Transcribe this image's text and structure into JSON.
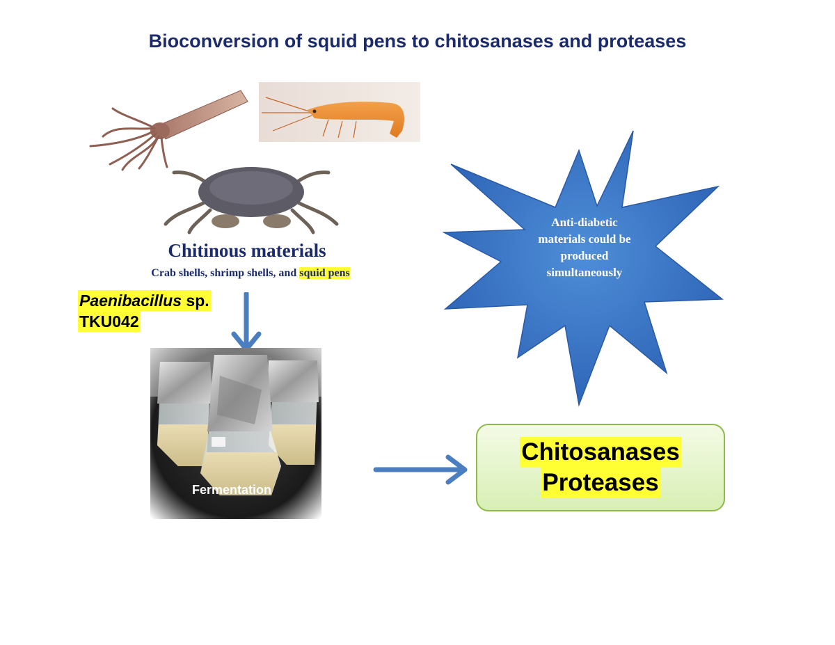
{
  "title": "Bioconversion of squid pens to chitosanases and proteases",
  "materials": {
    "heading": "Chitinous materials",
    "subheading_prefix": "Crab shells, shrimp shells, and ",
    "subheading_highlight": "squid pens"
  },
  "organism": {
    "genus": "Paenibacillus",
    "species_suffix": " sp.",
    "strain": "TKU042"
  },
  "fermentation_label": "Fermentation",
  "star_text": [
    "Anti-diabetic",
    "materials could be",
    "produced",
    "simultaneously"
  ],
  "products": [
    "Chitosanases",
    "Proteases"
  ],
  "colors": {
    "title": "#1b2a6b",
    "highlight": "#ffff33",
    "arrow": "#4a7ebf",
    "star": "#3a73c4",
    "product_box": "#d8efb5"
  },
  "icons": [
    "squid-photo",
    "shrimp-photo",
    "crab-photo",
    "flask-photo",
    "arrow-down-icon",
    "arrow-right-icon",
    "starburst-shape"
  ]
}
